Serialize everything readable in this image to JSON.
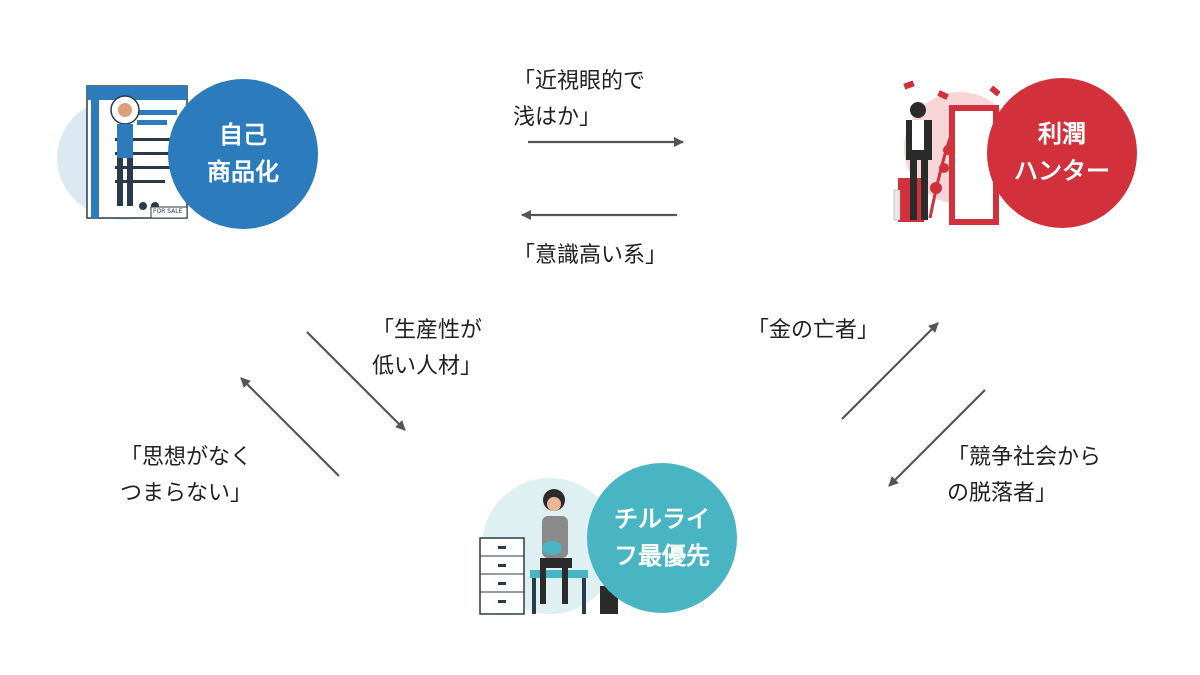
{
  "nodes": {
    "self": {
      "label": "自己\n商品化",
      "color": "#2b7bbd"
    },
    "profit": {
      "label": "利潤\nハンター",
      "color": "#d2303a"
    },
    "chill": {
      "label": "チルライ\nフ最優先",
      "color": "#4ab5c2"
    }
  },
  "illustration_text": {
    "for_sale": "FOR SALE"
  },
  "edge_labels": {
    "self_to_profit": "「近視眼的で\n浅はか」",
    "profit_to_self": "「意識高い系」",
    "self_to_chill": "「生産性が\n低い人材」",
    "chill_to_self": "「思想がなく\nつまらない」",
    "chill_to_profit": "「金の亡者」",
    "profit_to_chill": "「競争社会から\nの脱落者」"
  },
  "colors": {
    "arrow": "#555555",
    "self": "#2b7bbd",
    "profit": "#d2303a",
    "chill": "#4ab5c2"
  }
}
